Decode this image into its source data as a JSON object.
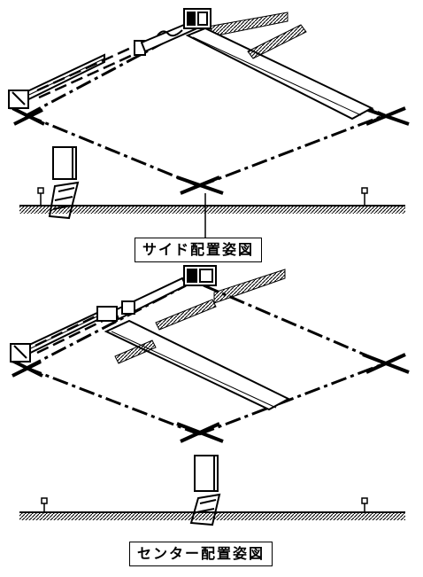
{
  "diagrams": [
    {
      "id": "side",
      "caption": "サイド配置姿図"
    },
    {
      "id": "center",
      "caption": "センター配置姿図"
    }
  ],
  "colors": {
    "line": "#000000",
    "background": "#ffffff"
  }
}
